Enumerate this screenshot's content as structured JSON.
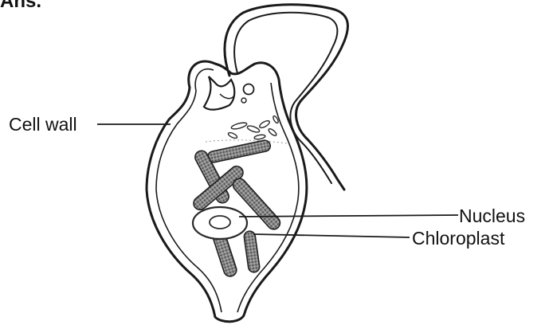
{
  "figure": {
    "heading": "Ans.",
    "labels": {
      "cell_wall": "Cell wall",
      "nucleus": "Nucleus",
      "chloroplast": "Chloroplast"
    },
    "colors": {
      "outline": "#1a1a1a",
      "chloroplast_fill": "#6e6e6e",
      "nucleus_ring": "#2a2a2a"
    }
  }
}
